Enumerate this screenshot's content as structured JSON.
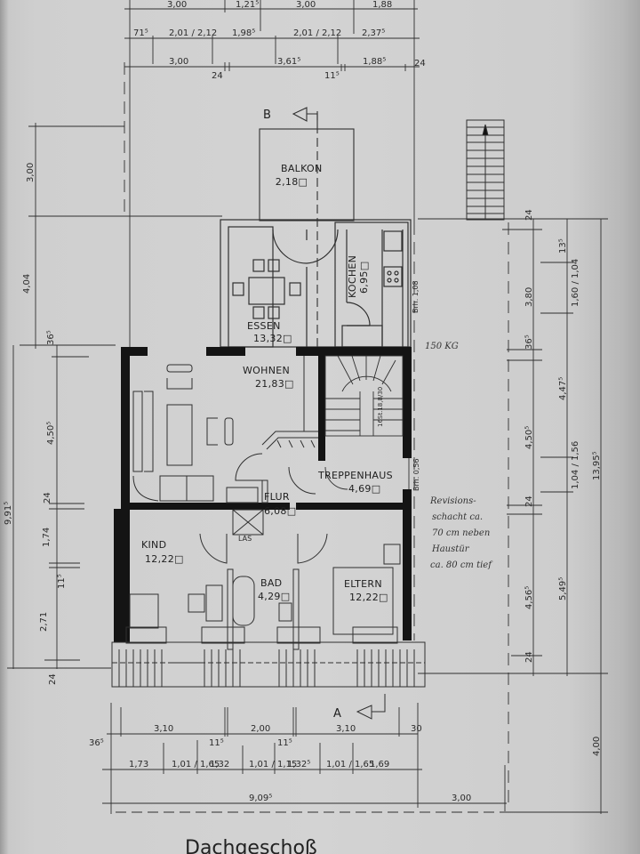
{
  "title": "Dachgeschoß",
  "section_markers": {
    "top": "B",
    "bottom": "A"
  },
  "rooms": [
    {
      "name": "BALKON",
      "area": "2,18□"
    },
    {
      "name": "ESSEN",
      "area": "13,32□"
    },
    {
      "name": "KOCHEN",
      "area": "6,95□"
    },
    {
      "name": "WOHNEN",
      "area": "21,83□"
    },
    {
      "name": "TREPPENHAUS",
      "area": "4,69□"
    },
    {
      "name": "FLUR",
      "area": "6,08□"
    },
    {
      "name": "KIND",
      "area": "12,22□"
    },
    {
      "name": "BAD",
      "area": "4,29□"
    },
    {
      "name": "ELTERN",
      "area": "12,22□"
    }
  ],
  "labels": {
    "las": "LAS",
    "brh_kitchen": "Brh. 1,08",
    "brh_stair": "Brh. 0,56",
    "stair_note": "16St.18,8/30"
  },
  "handwritten": {
    "note1": "150 KG",
    "note2_lines": [
      "Revisions-",
      "schacht ca.",
      "70 cm neben",
      "Haustür",
      "ca. 80 cm tief"
    ]
  },
  "dimensions": {
    "top_row1": [
      "3,00",
      "1,21⁵",
      "3,00",
      "1,88"
    ],
    "top_row2": [
      "71⁵",
      "2,01 / 2,12",
      "1,98⁵",
      "2,01 / 2,12",
      "2,37⁵"
    ],
    "top_row3": [
      "3,00",
      "24",
      "3,61⁵",
      "11⁵",
      "1,88⁵",
      "24"
    ],
    "left_outer": [
      "3,00",
      "4,04",
      "9,91⁵"
    ],
    "left_inner": [
      "36⁵",
      "4,50⁵",
      "24",
      "1,74",
      "11⁵",
      "2,71",
      "24"
    ],
    "right_col1": [
      "24",
      "3,80",
      "36⁵",
      "4,50⁵",
      "24",
      "4,56⁵",
      "24"
    ],
    "right_col2": [
      "13⁵",
      "1,60 / 1,04",
      "4,47⁵",
      "1,04 / 1,56",
      "5,49⁵"
    ],
    "right_col3": [
      "13,95⁵",
      "4,00"
    ],
    "bottom_row1": [
      "36⁵",
      "3,10",
      "11⁵",
      "2,00",
      "11⁵",
      "3,10",
      "30"
    ],
    "bottom_row2": [
      "1,73",
      "1,01 / 1,65",
      "1,32",
      "1,01 / 1,15",
      "1,32⁵",
      "1,01 / 1,65",
      "1,69"
    ],
    "bottom_row3": [
      "9,09⁵",
      "3,00"
    ]
  },
  "colors": {
    "wall": "#141414",
    "line": "#2f2f2f",
    "paper": "#d0d0d0"
  }
}
